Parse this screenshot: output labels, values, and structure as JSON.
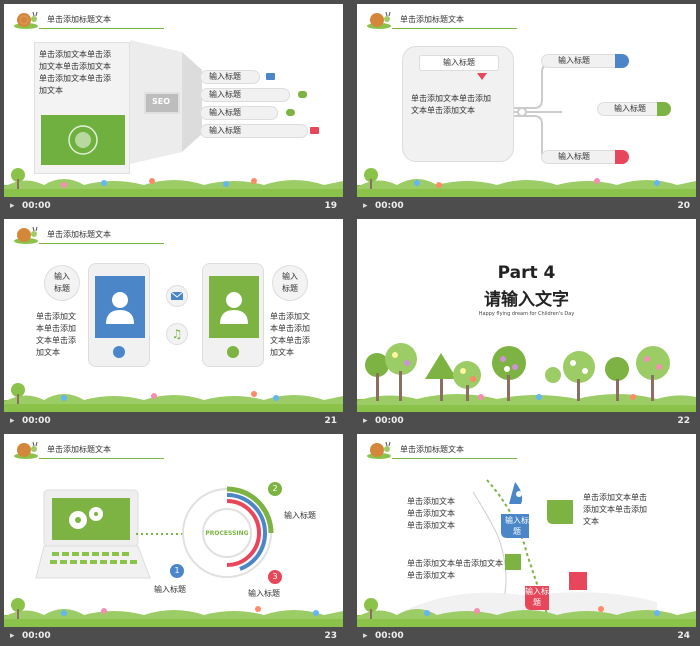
{
  "time": "00:00",
  "slides": [
    {
      "number": "19",
      "header": "单击添加标题文本",
      "body_lines": [
        "单击添加文本单击添",
        "加文本单击添加文本",
        "单击添加文本单击添",
        "加文本"
      ],
      "screen_label": "SEO",
      "items": [
        "输入标题",
        "输入标题",
        "输入标题",
        "输入标题"
      ]
    },
    {
      "number": "20",
      "header": "单击添加标题文本",
      "center_title": "输入标题",
      "center_body": [
        "单击添加文本单击添加",
        "文本单击添加文本"
      ],
      "items": [
        "输入标题",
        "输入标题",
        "输入标题"
      ]
    },
    {
      "number": "21",
      "header": "单击添加标题文本",
      "left_title": [
        "输入",
        "标题"
      ],
      "right_title": [
        "输入",
        "标题"
      ],
      "left_body": [
        "单击添加文",
        "本单击添加",
        "文本单击添",
        "加文本"
      ],
      "right_body": [
        "单击添加文",
        "本单击添加",
        "文本单击添",
        "加文本"
      ]
    },
    {
      "number": "22",
      "part": "Part 4",
      "title": "请输入文字",
      "subtitle": "Happy flying dream for Children's Day"
    },
    {
      "number": "23",
      "header": "单击添加标题文本",
      "processing": "PROCESSING",
      "labels": [
        "输入标题",
        "输入标题",
        "输入标题"
      ],
      "steps": [
        "1",
        "2",
        "3"
      ]
    },
    {
      "number": "24",
      "header": "单击添加标题文本",
      "left_top": [
        "单击添加文本",
        "单击添加文本",
        "单击添加文本"
      ],
      "right_top": [
        "单击添加文本单击",
        "添加文本单击添加",
        "文本"
      ],
      "left_bottom": [
        "单击添加文本单击添加文本",
        "单击添加文本"
      ],
      "petals": [
        "输入标题",
        "输入标题"
      ]
    }
  ],
  "colors": {
    "green": "#7cb342",
    "blue": "#4a86c8",
    "red": "#e8465a",
    "teal": "#2aa3a0"
  }
}
